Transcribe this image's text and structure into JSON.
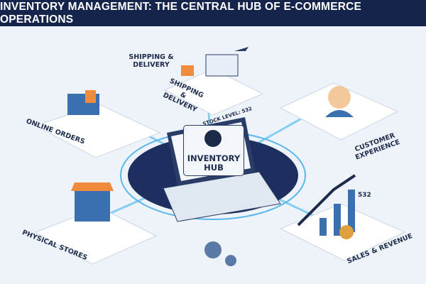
{
  "header": {
    "title": "INVENTORY MANAGEMENT: THE CENTRAL HUB OF E-COMMERCE OPERATIONS"
  },
  "hub": {
    "title": "INVENTORY HUB",
    "stock_level": "STOCK LEVEL: 532"
  },
  "nodes": {
    "shipping_top": "SHIPPING & DELIVERY",
    "shipping_platform": "SHIPPING & DELIVERY",
    "online_orders": "ONLINE ORDERS",
    "customer_experience": "CUSTOMER EXPERIENCE",
    "physical_stores": "PHYSICAL STORES",
    "sales_revenue": "SALES & REVENUE"
  },
  "sales": {
    "value": "532"
  },
  "colors": {
    "header": "#14244a",
    "accent": "#3aa0e0",
    "orange": "#f08a3c"
  }
}
